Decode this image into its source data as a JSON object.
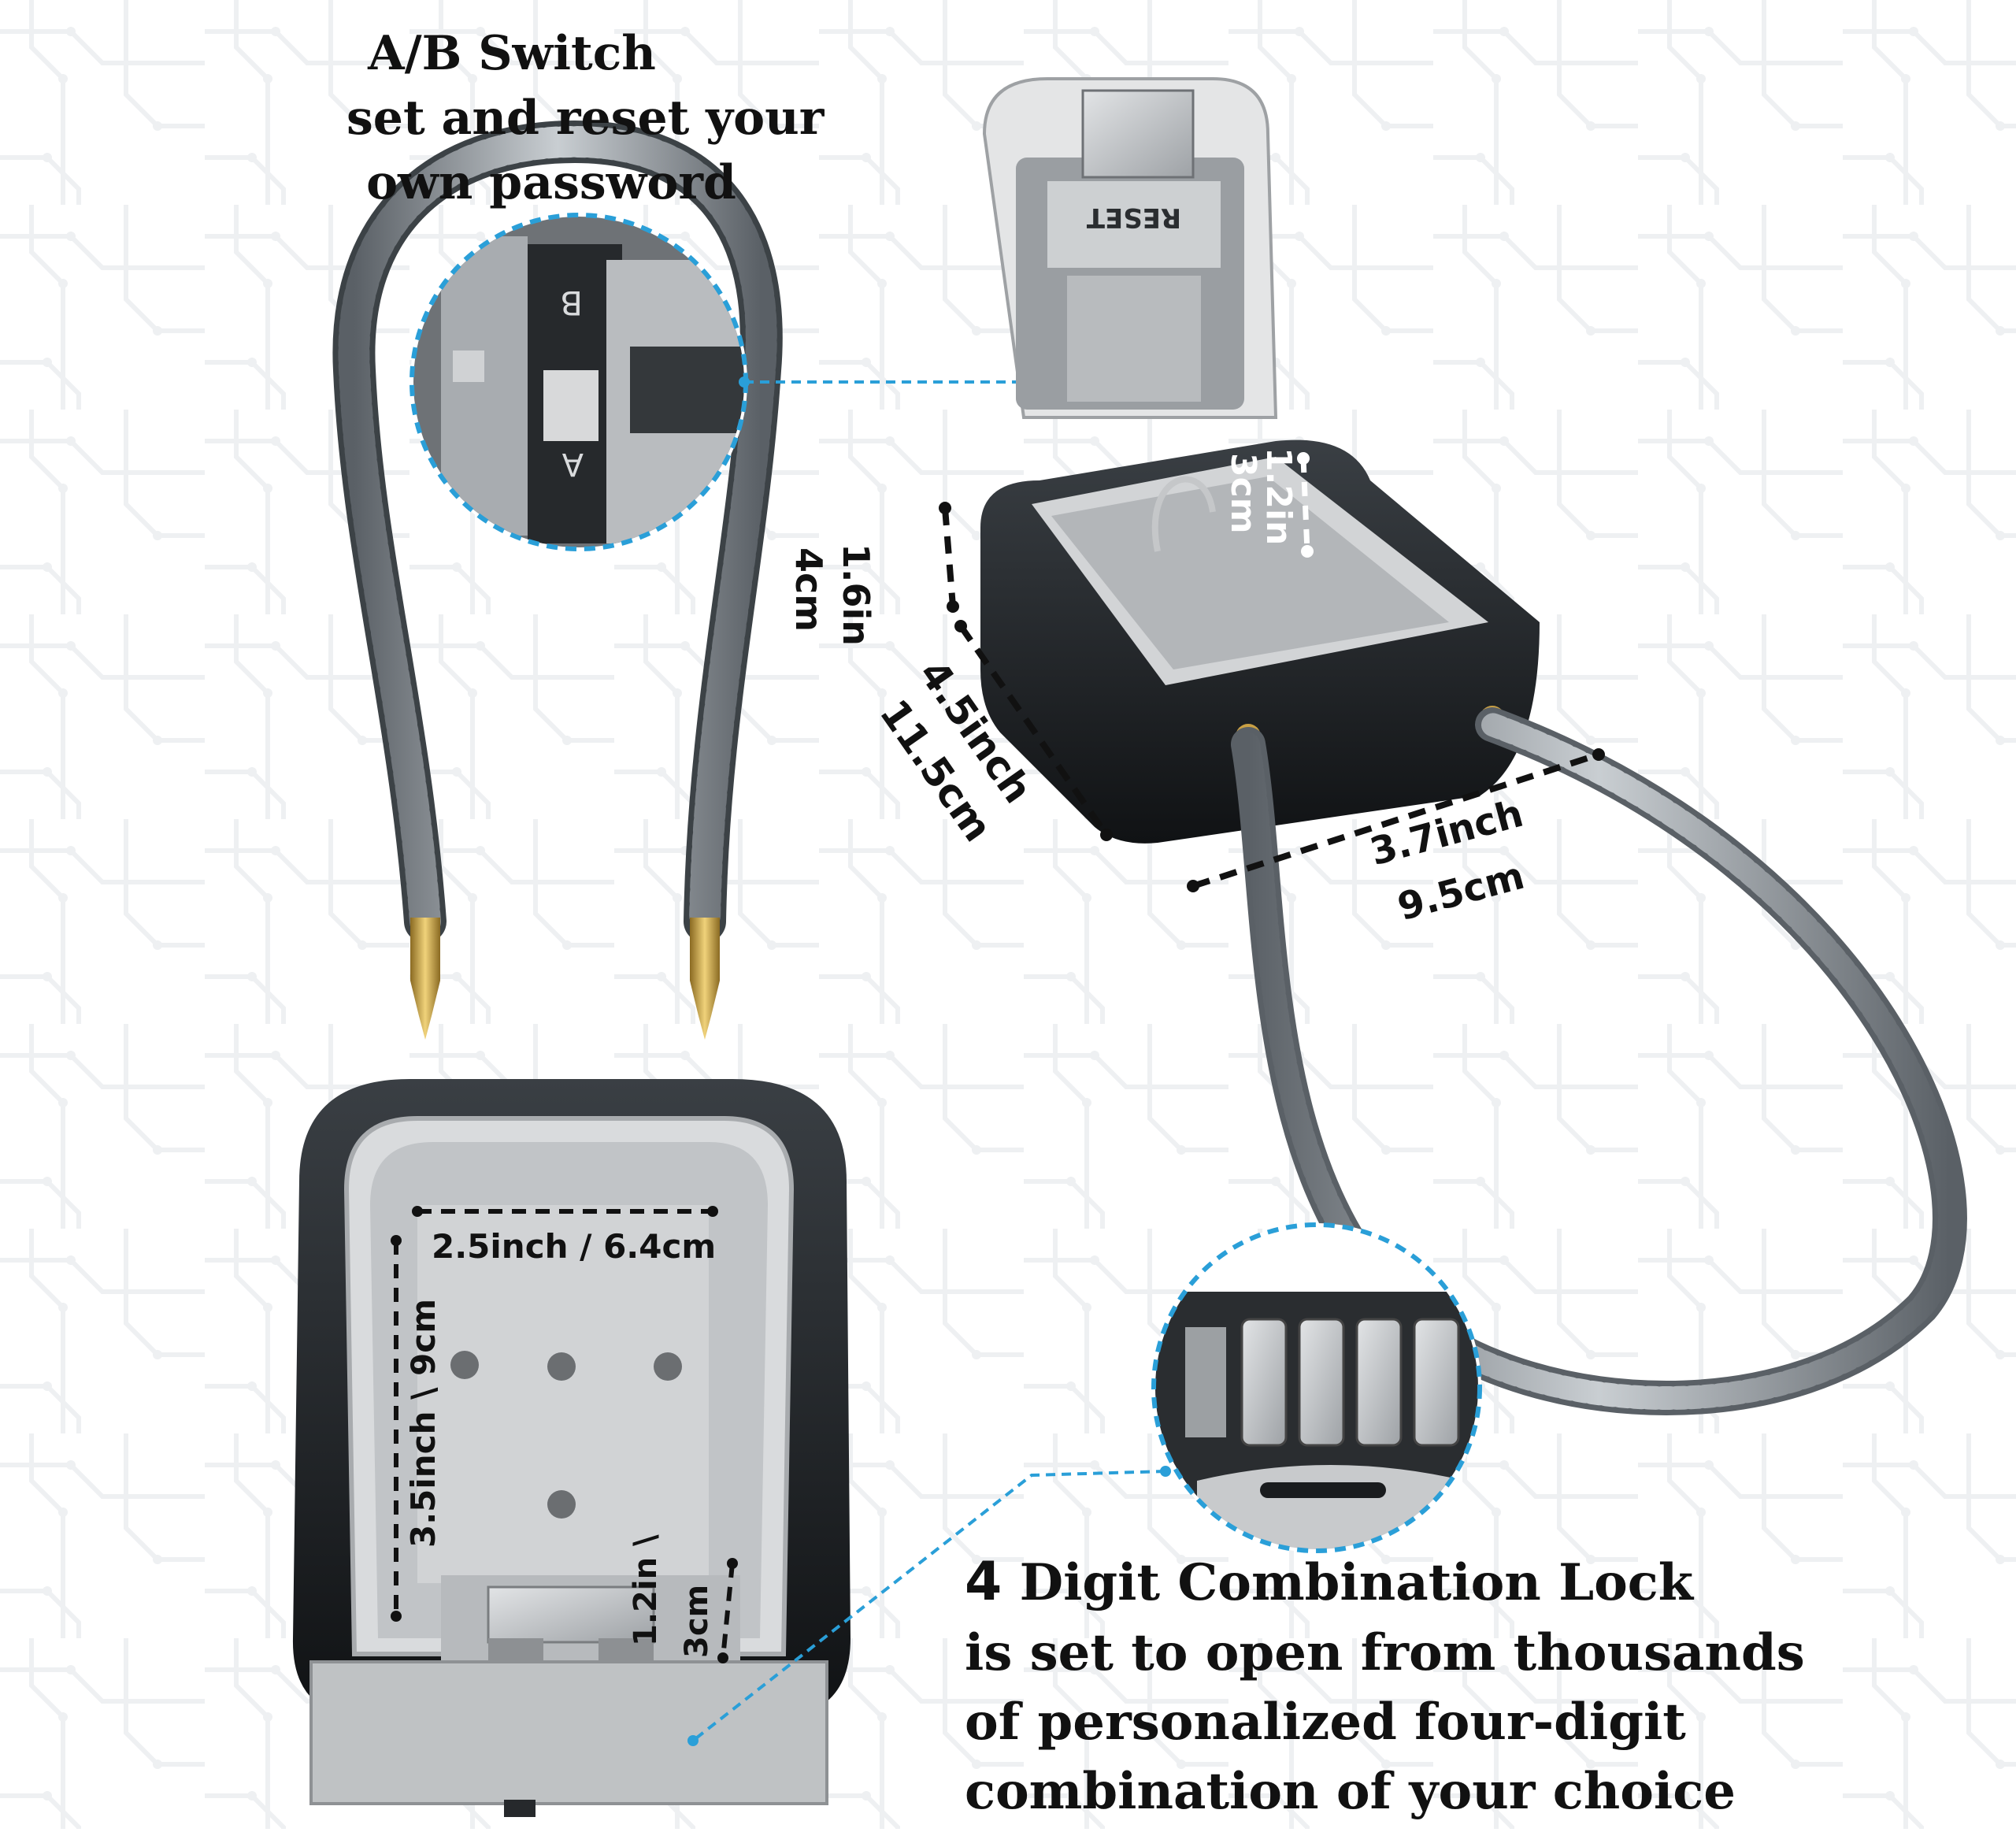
{
  "captions": {
    "ab_switch": {
      "line1": "A/B Switch",
      "line2": "set and reset your",
      "line3": "own password"
    },
    "combo_lock": {
      "digit": "4",
      "line1_rest": " Digit Combination Lock",
      "line2": "is set to open from thousands",
      "line3": "of personalized four-digit",
      "line4": "combination of your choice"
    }
  },
  "dimensions": {
    "depth_inch": "1.6in",
    "depth_cm": "4cm",
    "length_inch": "4.5inch",
    "length_cm": "11.5cm",
    "width_inch": "3.7inch",
    "width_cm": "9.5cm",
    "inner_depth_inch": "1.2in",
    "inner_depth_cm": "3cm",
    "inner_width": "2.5inch / 6.4cm",
    "inner_height": "3.5inch \\ 9cm",
    "front_depth_inch": "1.2in \\",
    "front_depth_cm": "3cm"
  },
  "lock_labels": {
    "reset": "RESET",
    "switch_b": "B",
    "switch_a": "A"
  },
  "colors": {
    "accent_dashed": "#2a9fd8",
    "rubber": "#1c1f22",
    "metal": "#c8cacc",
    "brass": "#c9a044"
  }
}
